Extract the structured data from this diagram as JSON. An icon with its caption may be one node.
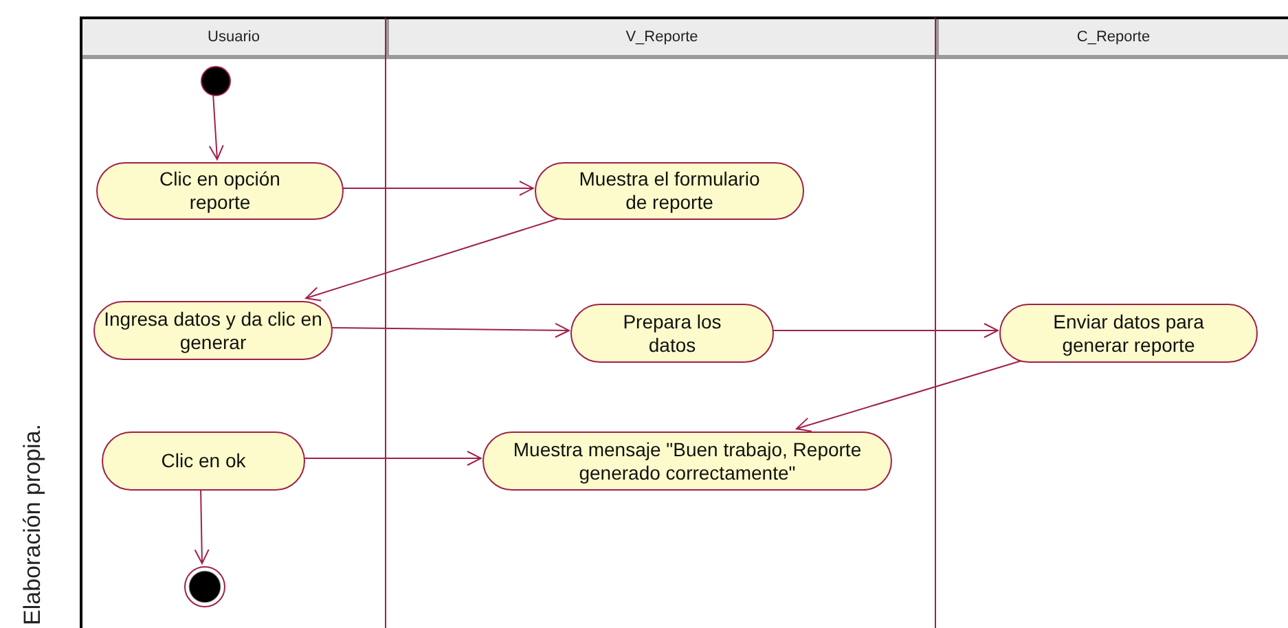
{
  "diagram": {
    "nodes": [
      {
        "text": [
          "Usuario"
        ]
      },
      {
        "text": [
          "V_Reporte"
        ]
      },
      {
        "text": [
          "C_Reporte"
        ]
      },
      {
        "text": [],
        "shape": "circle",
        "in": 0
      },
      {
        "text": [
          "Clic en opción reporte"
        ],
        "in": 0
      },
      {
        "text": [
          "Muestra el formulario de reporte"
        ],
        "in": 1
      },
      {
        "text": [
          "Ingresa datos y da clic en generar"
        ],
        "in": 0
      },
      {
        "text": [
          "Prepara los datos"
        ],
        "in": 1
      },
      {
        "text": [
          "Enviar datos para generar reporte"
        ],
        "in": 2
      },
      {
        "text": [
          "Clic en ok"
        ],
        "in": 0
      },
      {
        "text": [
          "Muestra mensaje \"Buen trabajo, Reporte generado correctamente\""
        ],
        "in": 1
      },
      {
        "text": [],
        "shape": "circle",
        "in": 0
      }
    ],
    "edges": [
      {
        "from": 3,
        "to": 4,
        "arrow": "to"
      },
      {
        "from": 4,
        "to": 5,
        "arrow": "to"
      },
      {
        "from": 5,
        "to": 6,
        "arrow": "to"
      },
      {
        "from": 6,
        "to": 7,
        "arrow": "to"
      },
      {
        "from": 7,
        "to": 8,
        "arrow": "to"
      },
      {
        "from": 8,
        "to": 10,
        "arrow": "to"
      },
      {
        "from": 9,
        "to": 10,
        "arrow": "to"
      },
      {
        "from": 9,
        "to": 11,
        "arrow": "to"
      }
    ],
    "labels": [
      "Elaboración propia."
    ]
  }
}
